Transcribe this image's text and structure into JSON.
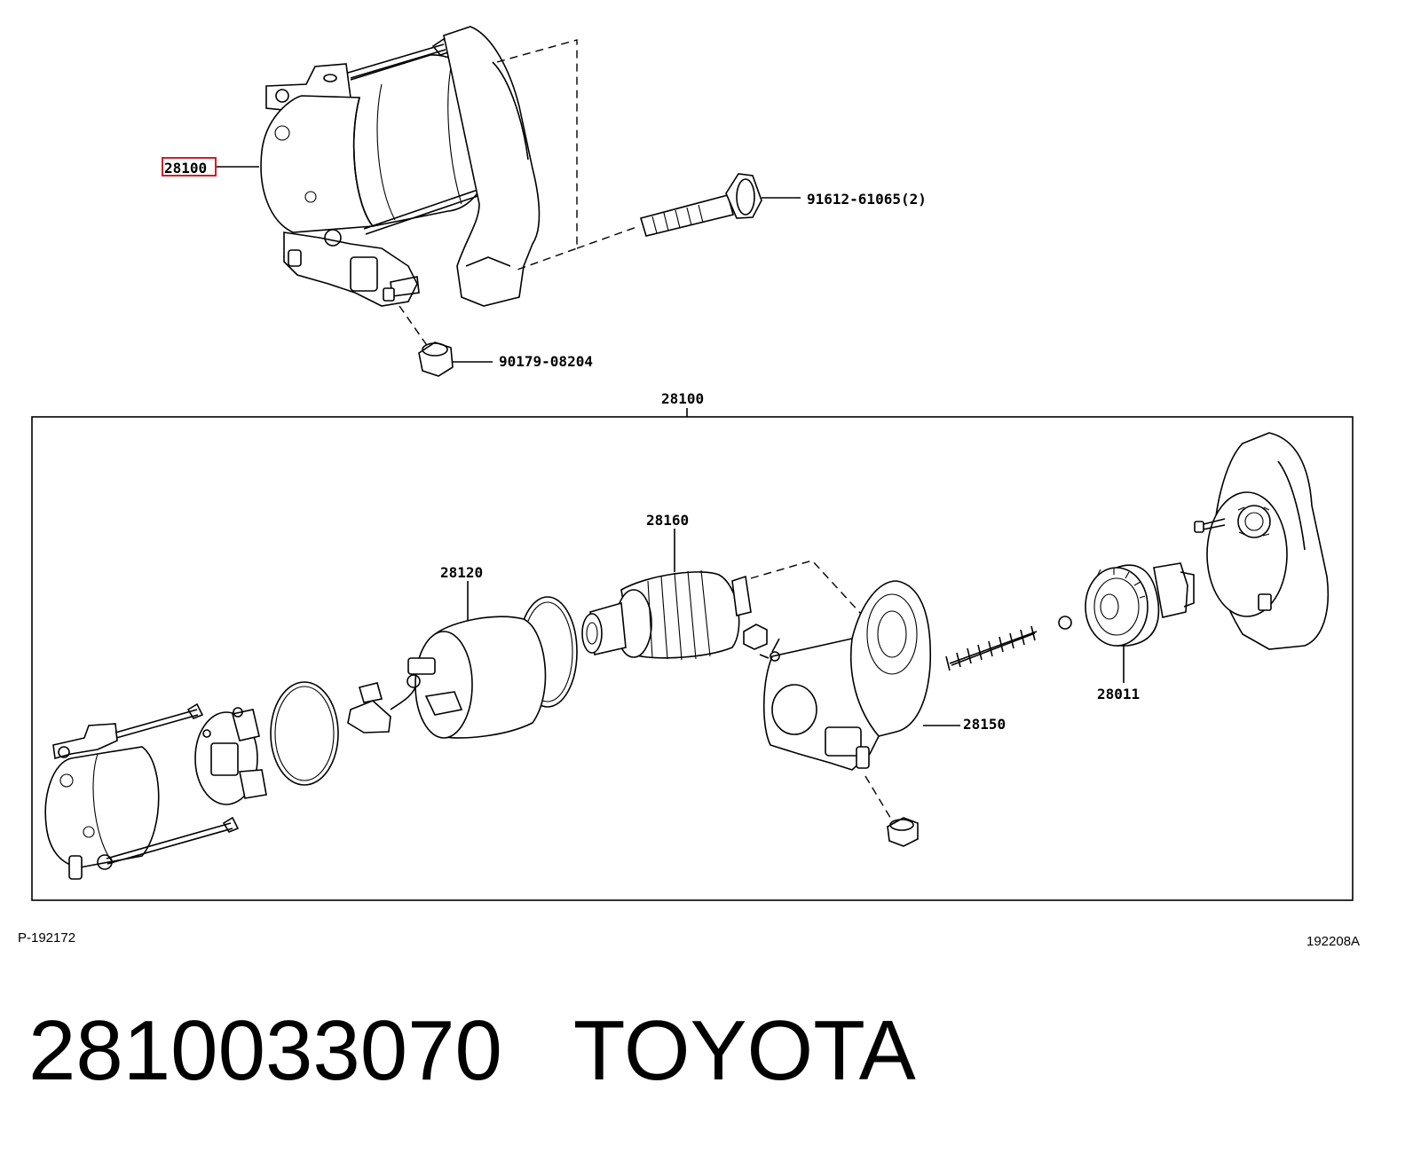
{
  "callouts": {
    "starter_assembly": "28100",
    "bolt": "91612-61065(2)",
    "nut": "90179-08204",
    "box_title": "28100",
    "armature": "28160",
    "yoke": "28120",
    "housing": "28150",
    "clutch": "28011"
  },
  "refs": {
    "left": "P-192172",
    "right": "192208A"
  },
  "footer": {
    "part_number": "2810033070",
    "brand": "TOYOTA"
  },
  "colors": {
    "highlight": "#d0202a"
  }
}
